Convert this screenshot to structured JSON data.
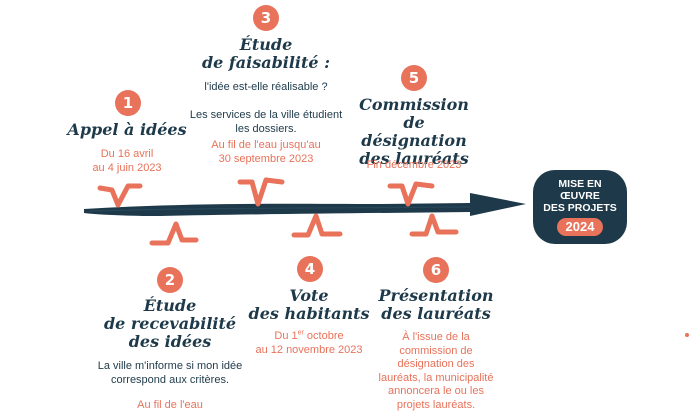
{
  "colors": {
    "navy": "#1e3a4a",
    "coral": "#e8725a",
    "background": "#ffffff"
  },
  "steps": [
    {
      "number": "1",
      "title": "Appel à idées",
      "description": "",
      "date": "Du 16 avril\nau 4 juin 2023"
    },
    {
      "number": "2",
      "title": "Étude\nde recevabilité\ndes idées",
      "description": "La ville m'informe si mon idée\ncorrespond aux critères.",
      "date": "Au fil de l'eau"
    },
    {
      "number": "3",
      "title": "Étude\nde faisabilité :",
      "description": "l'idée est-elle réalisable ?\n\nLes services de la ville étudient\nles dossiers.",
      "date": "Au fil de l'eau jusqu'au\n30 septembre 2023"
    },
    {
      "number": "4",
      "title": "Vote\ndes habitants",
      "description": "",
      "date_prefix": "Du 1",
      "date_sup": "er",
      "date_suffix": " octobre",
      "date_line2": "au 12 novembre 2023"
    },
    {
      "number": "5",
      "title": "Commission\nde désignation\ndes lauréats",
      "description": "",
      "date": "Fin décembre 2023"
    },
    {
      "number": "6",
      "title": "Présentation\ndes lauréats",
      "description": "",
      "date": "À l'issue de la\ncommission de\ndésignation des\nlauréats, la municipalité\nannoncera le ou les\nprojets lauréats."
    }
  ],
  "finale": {
    "text": "MISE EN\nŒUVRE\nDES PROJETS",
    "year": "2024"
  }
}
